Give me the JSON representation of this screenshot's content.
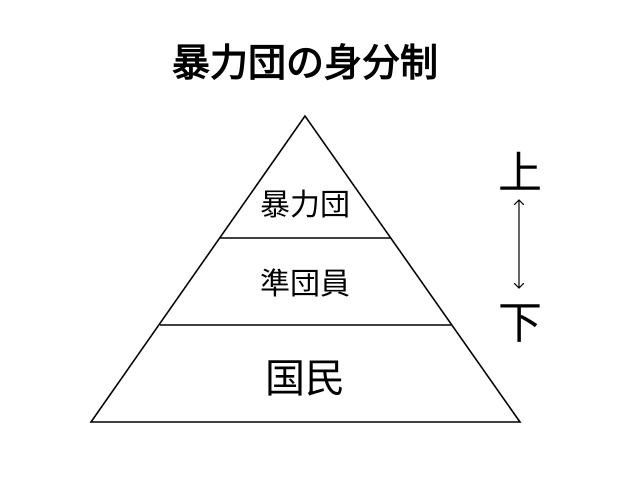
{
  "title": "暴力団の身分制",
  "pyramid": {
    "tiers": [
      {
        "label": "暴力団"
      },
      {
        "label": "準団員"
      },
      {
        "label": "国民"
      }
    ]
  },
  "hierarchy_arrow": {
    "top_label": "上",
    "bottom_label": "下"
  },
  "colors": {
    "stroke": "#000000",
    "background": "#ffffff",
    "text": "#000000"
  }
}
